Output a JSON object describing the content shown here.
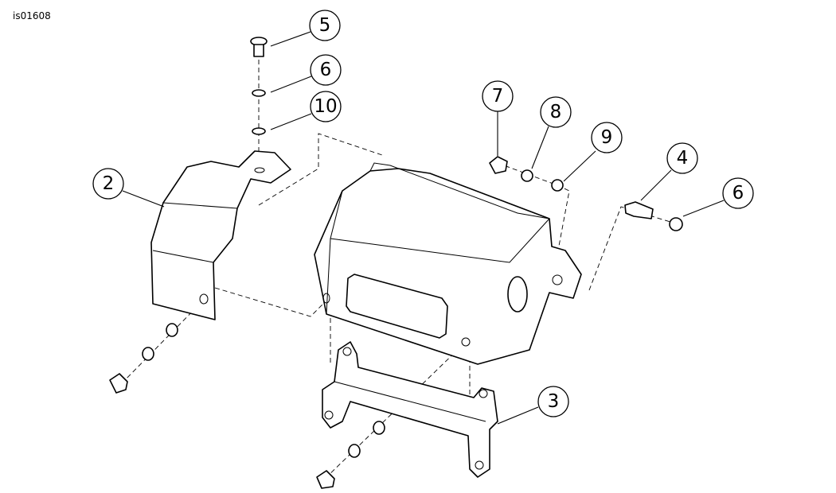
{
  "figure_id": "is01608",
  "callouts": {
    "c5": "5",
    "c6a": "6",
    "c10": "10",
    "c2": "2",
    "c7": "7",
    "c8": "8",
    "c9": "9",
    "c4": "4",
    "c6b": "6",
    "c3": "3"
  }
}
